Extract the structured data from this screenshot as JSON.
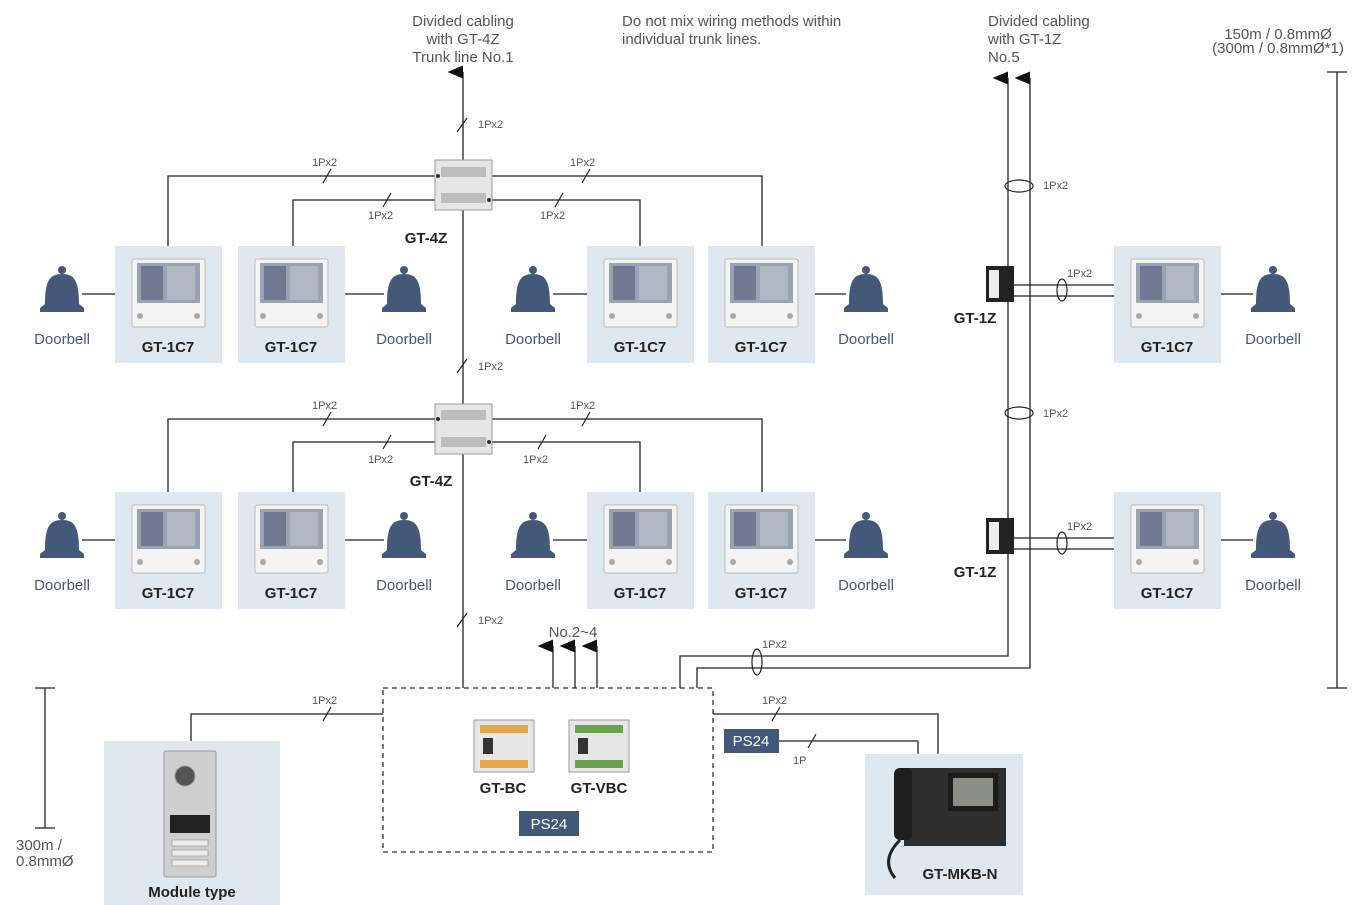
{
  "notes": {
    "top_left": [
      "Divided cabling",
      "with GT-4Z",
      "Trunk line No.1"
    ],
    "top_middle": [
      "Do not mix wiring methods within",
      "individual trunk lines."
    ],
    "top_right": [
      "Divided cabling",
      "with GT-1Z",
      "No.5"
    ],
    "far_right": [
      "150m / 0.8mmØ",
      "(300m / 0.8mmØ*1)"
    ],
    "bottom_left": [
      "300m /",
      "0.8mmØ"
    ]
  },
  "labels": {
    "wire_1px2": "1Px2",
    "wire_1p": "1P",
    "no_2_4": "No.2~4",
    "ps24": "PS24"
  },
  "devices": {
    "gt4z": "GT-4Z",
    "gt1z": "GT-1Z",
    "gt1c7": "GT-1C7",
    "doorbell": "Doorbell",
    "gtbc": "GT-BC",
    "gtvbc": "GT-VBC",
    "module_type": "Module type",
    "gtmkbn": "GT-MKB-N"
  },
  "colors": {
    "panel_bg": "#dfe7ef",
    "accent_blue": "#44597a",
    "line": "#222222"
  }
}
